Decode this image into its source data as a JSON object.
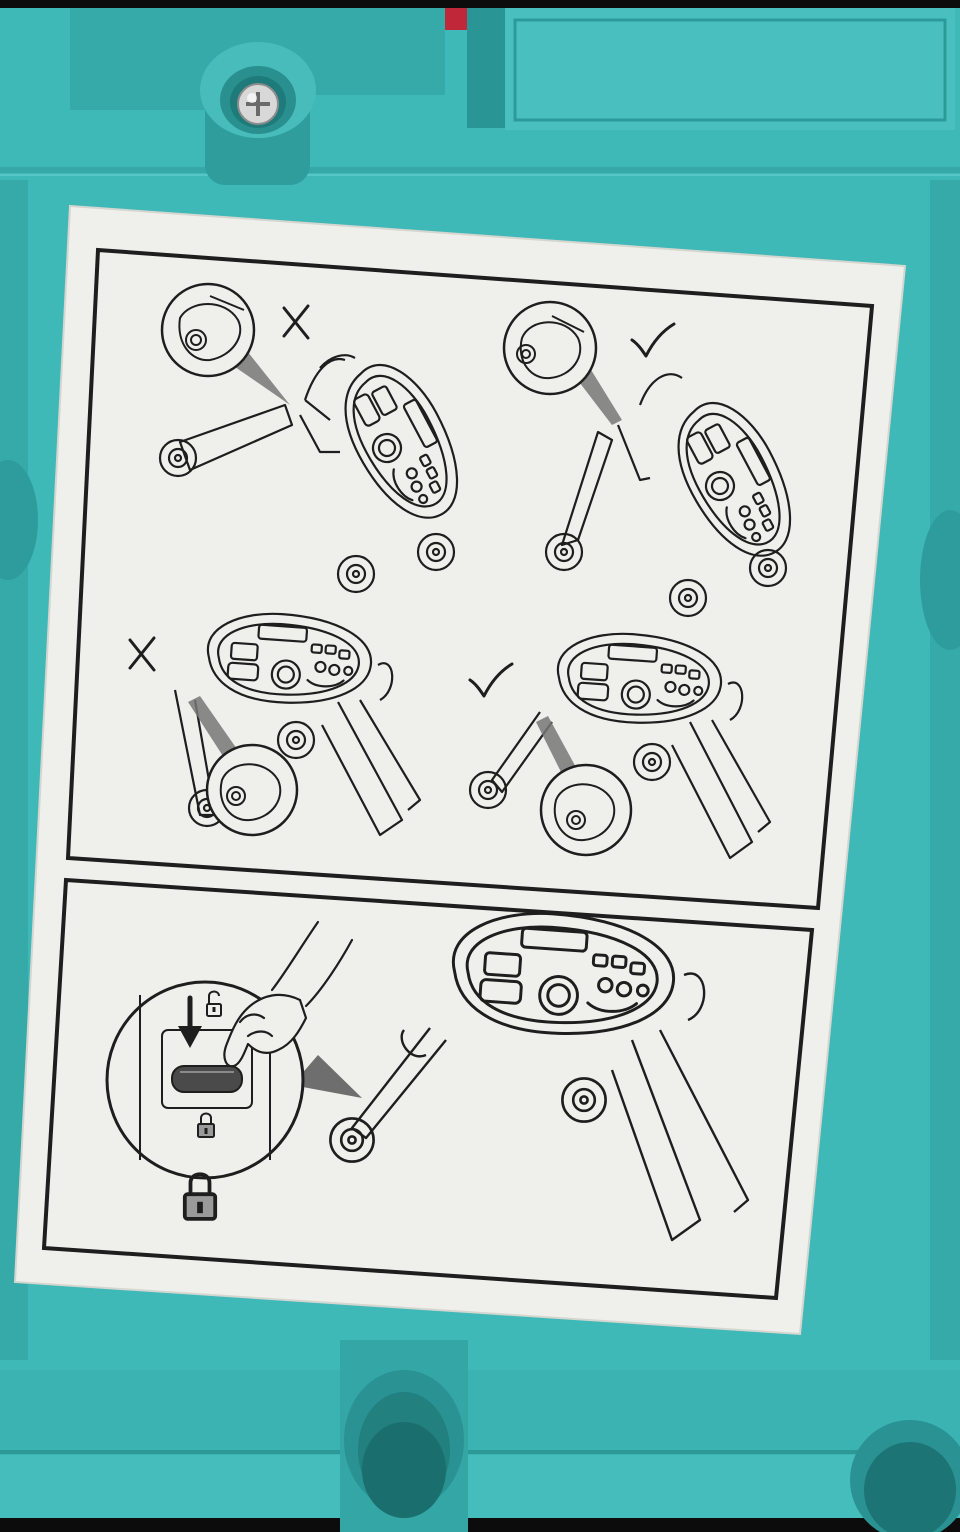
{
  "photo": {
    "subject": "instruction-sticker-on-toy-walker",
    "colors": {
      "plastic": "#3fb8b8",
      "plastic_dark": "#2a9595",
      "plastic_light": "#6fd0cf",
      "sticker": "#efefeb",
      "ink": "#1e1e1e",
      "lock_fill": "#8a8a8a",
      "latch_fill": "#4a4a4a"
    }
  },
  "panels": [
    {
      "id": "leg-position-panel",
      "steps": [
        {
          "id": "rear-leg-wrong",
          "mark": "x-mark-icon",
          "correct": false
        },
        {
          "id": "rear-leg-correct",
          "mark": "check-mark-icon",
          "correct": true
        },
        {
          "id": "front-leg-wrong",
          "mark": "x-mark-icon",
          "correct": false
        },
        {
          "id": "front-leg-correct",
          "mark": "check-mark-icon",
          "correct": true
        }
      ]
    },
    {
      "id": "lock-panel",
      "icons": [
        "unlock-icon",
        "small-lock-icon",
        "lock-icon",
        "down-arrow-icon"
      ]
    }
  ]
}
